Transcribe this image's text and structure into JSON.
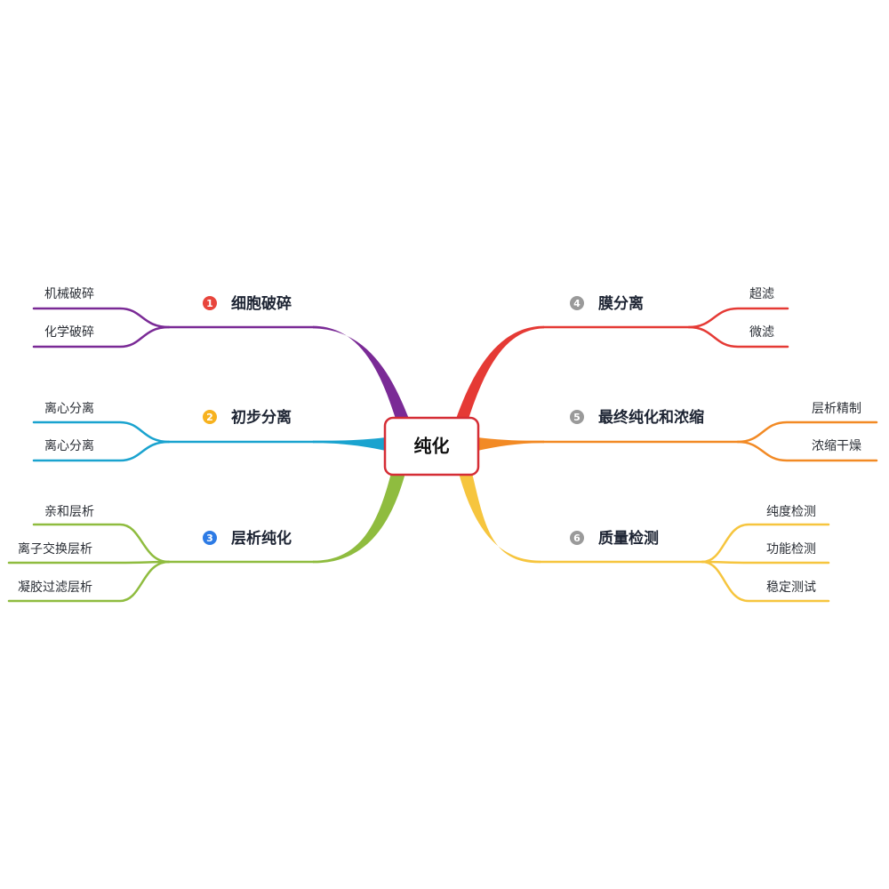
{
  "center": {
    "label": "纯化",
    "border_color": "#d52d35"
  },
  "branches": [
    {
      "number": "1",
      "label": "细胞破碎",
      "color": "#7a2a96",
      "badge_color": "#e8453c",
      "children": [
        "机械破碎",
        "化学破碎"
      ]
    },
    {
      "number": "2",
      "label": "初步分离",
      "color": "#1aa3cf",
      "badge_color": "#f7b21f",
      "children": [
        "离心分离",
        "离心分离"
      ]
    },
    {
      "number": "3",
      "label": "层析纯化",
      "color": "#8fbc3f",
      "badge_color": "#2d7be5",
      "children": [
        "亲和层析",
        "离子交换层析",
        "凝胶过滤层析"
      ]
    },
    {
      "number": "4",
      "label": "膜分离",
      "color": "#e53a35",
      "badge_color": "#9a9a9a",
      "children": [
        "超滤",
        "微滤"
      ]
    },
    {
      "number": "5",
      "label": "最终纯化和浓缩",
      "color": "#f28a25",
      "badge_color": "#9a9a9a",
      "children": [
        "层析精制",
        "浓缩干燥"
      ]
    },
    {
      "number": "6",
      "label": "质量检测",
      "color": "#f6c53e",
      "badge_color": "#9a9a9a",
      "children": [
        "纯度检测",
        "功能检测",
        "稳定测试"
      ]
    }
  ]
}
